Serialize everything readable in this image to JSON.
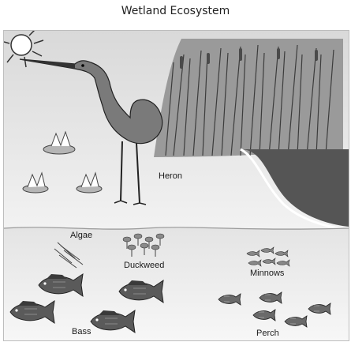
{
  "title": "Wetland Ecosystem",
  "labels": {
    "heron": "Heron",
    "algae": "Algae",
    "duckweed": "Duckweed",
    "minnows": "Minnows",
    "bass": "Bass",
    "perch": "Perch"
  },
  "icons": {
    "sun": "sun-icon",
    "heron": "heron-icon",
    "cattails": "cattails-icon",
    "lily": "water-lily-icon",
    "fish": "fish-icon"
  }
}
